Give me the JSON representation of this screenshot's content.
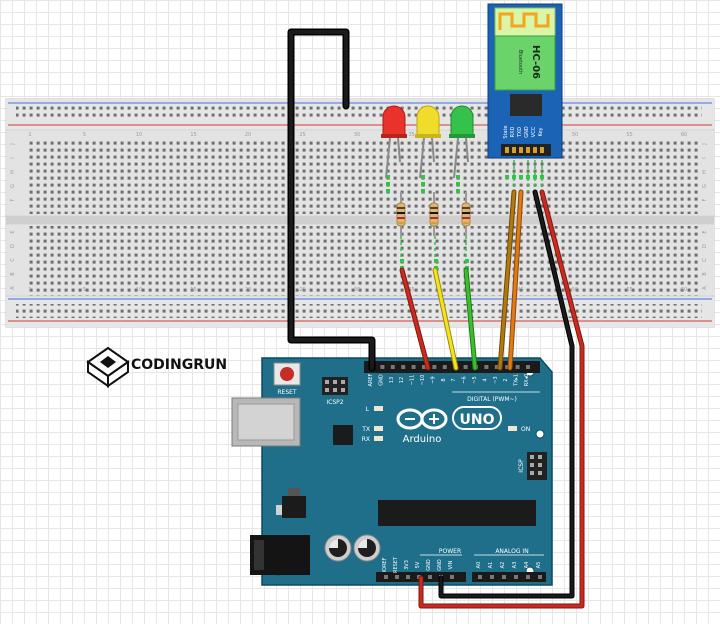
{
  "brand": {
    "name": "CODINGRUN"
  },
  "bluetooth_module": {
    "name": "HC-06",
    "subtitle": "Bluetooth",
    "pins": [
      "State",
      "RXD",
      "TXD",
      "GND",
      "VCC",
      "Key"
    ]
  },
  "arduino": {
    "logo_text": "Arduino",
    "model": "UNO",
    "reset_label": "RESET",
    "icsp2_label": "ICSP2",
    "icsp_label": "ICSP",
    "on_label": "ON",
    "led_labels": {
      "l": "L",
      "tx": "TX",
      "rx": "RX"
    },
    "digital_label": "DIGITAL (PWM~)",
    "power_label": "POWER",
    "analog_label": "ANALOG IN",
    "digital_pins": [
      "AREF",
      "GND",
      "13",
      "12",
      "~11",
      "~10",
      "~9",
      "8",
      "7",
      "~6",
      "~5",
      "4",
      "~3",
      "2",
      "TX▸1",
      "RX◂0"
    ],
    "power_pins": [
      "IOREF",
      "RESET",
      "3V3",
      "5V",
      "GND",
      "GND",
      "VIN"
    ],
    "analog_pins": [
      "A0",
      "A1",
      "A2",
      "A3",
      "A4",
      "A5"
    ]
  },
  "breadboard": {
    "row_letters_top": [
      "J",
      "I",
      "H",
      "G",
      "F"
    ],
    "row_letters_bottom": [
      "E",
      "D",
      "C",
      "B",
      "A"
    ],
    "column_numbers": [
      "1",
      "5",
      "10",
      "15",
      "20",
      "25",
      "30",
      "35",
      "40",
      "45",
      "50",
      "55",
      "60"
    ]
  },
  "leds": [
    {
      "color": "red",
      "hex": "#e8322b"
    },
    {
      "color": "yellow",
      "hex": "#f2dc2a"
    },
    {
      "color": "green",
      "hex": "#35c24a"
    }
  ],
  "wire_colors": {
    "red": "#cc2a1e",
    "yellow": "#f3e21d",
    "green": "#3cbf2f",
    "orange": "#e07a16",
    "olive": "#b07a10",
    "black": "#111111"
  }
}
